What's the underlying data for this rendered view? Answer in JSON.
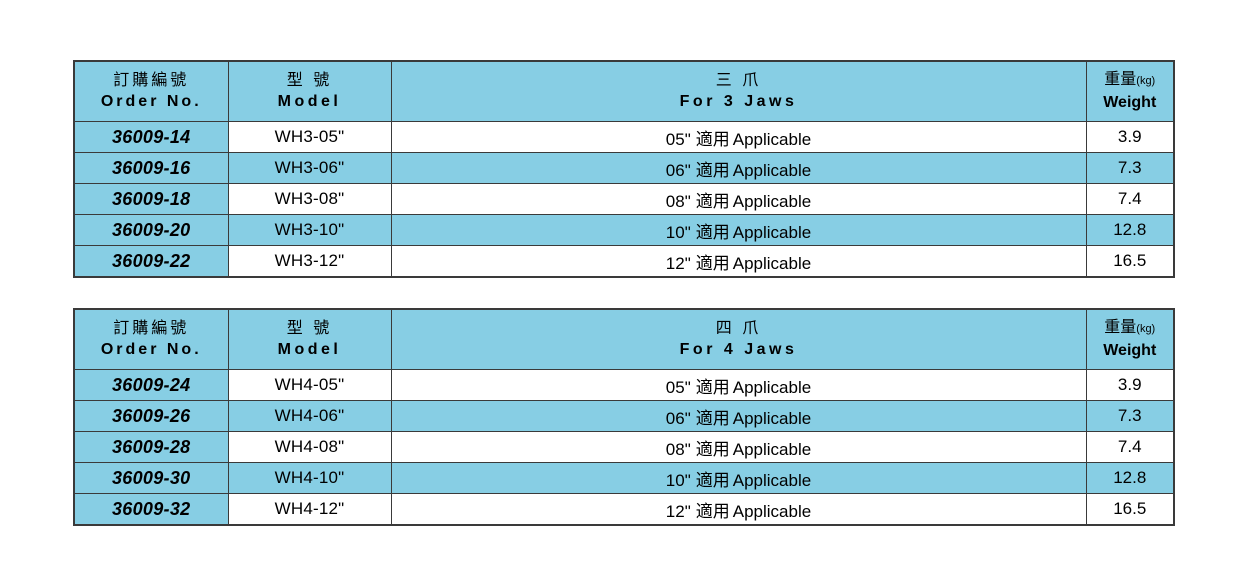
{
  "tables": [
    {
      "id": "three-jaws",
      "columns": {
        "order": {
          "cn": "訂購編號",
          "en": "Order No."
        },
        "model": {
          "cn": "型 號",
          "en": "Model"
        },
        "jaws": {
          "cn": "三 爪",
          "en": "For 3 Jaws"
        },
        "weight": {
          "cn": "重量",
          "unit": "(kg)",
          "en": "Weight"
        }
      },
      "rows": [
        {
          "order": "36009-14",
          "model": "WH3-05\"",
          "jaws_size": "05\"",
          "jaws_cn": "適用",
          "jaws_en": "Applicable",
          "weight": "3.9",
          "shaded": false
        },
        {
          "order": "36009-16",
          "model": "WH3-06\"",
          "jaws_size": "06\"",
          "jaws_cn": "適用",
          "jaws_en": "Applicable",
          "weight": "7.3",
          "shaded": true
        },
        {
          "order": "36009-18",
          "model": "WH3-08\"",
          "jaws_size": "08\"",
          "jaws_cn": "適用",
          "jaws_en": "Applicable",
          "weight": "7.4",
          "shaded": false
        },
        {
          "order": "36009-20",
          "model": "WH3-10\"",
          "jaws_size": "10\"",
          "jaws_cn": "適用",
          "jaws_en": "Applicable",
          "weight": "12.8",
          "shaded": true
        },
        {
          "order": "36009-22",
          "model": "WH3-12\"",
          "jaws_size": "12\"",
          "jaws_cn": "適用",
          "jaws_en": "Applicable",
          "weight": "16.5",
          "shaded": false
        }
      ]
    },
    {
      "id": "four-jaws",
      "columns": {
        "order": {
          "cn": "訂購編號",
          "en": "Order No."
        },
        "model": {
          "cn": "型 號",
          "en": "Model"
        },
        "jaws": {
          "cn": "四 爪",
          "en": "For 4 Jaws"
        },
        "weight": {
          "cn": "重量",
          "unit": "(kg)",
          "en": "Weight"
        }
      },
      "rows": [
        {
          "order": "36009-24",
          "model": "WH4-05\"",
          "jaws_size": "05\"",
          "jaws_cn": "適用",
          "jaws_en": "Applicable",
          "weight": "3.9",
          "shaded": false
        },
        {
          "order": "36009-26",
          "model": "WH4-06\"",
          "jaws_size": "06\"",
          "jaws_cn": "適用",
          "jaws_en": "Applicable",
          "weight": "7.3",
          "shaded": true
        },
        {
          "order": "36009-28",
          "model": "WH4-08\"",
          "jaws_size": "08\"",
          "jaws_cn": "適用",
          "jaws_en": "Applicable",
          "weight": "7.4",
          "shaded": false
        },
        {
          "order": "36009-30",
          "model": "WH4-10\"",
          "jaws_size": "10\"",
          "jaws_cn": "適用",
          "jaws_en": "Applicable",
          "weight": "12.8",
          "shaded": true
        },
        {
          "order": "36009-32",
          "model": "WH4-12\"",
          "jaws_size": "12\"",
          "jaws_cn": "適用",
          "jaws_en": "Applicable",
          "weight": "16.5",
          "shaded": false
        }
      ]
    }
  ],
  "colors": {
    "accent_blue": "#87cee4",
    "border": "#3a3a3a",
    "background": "#ffffff",
    "text": "#000000"
  }
}
